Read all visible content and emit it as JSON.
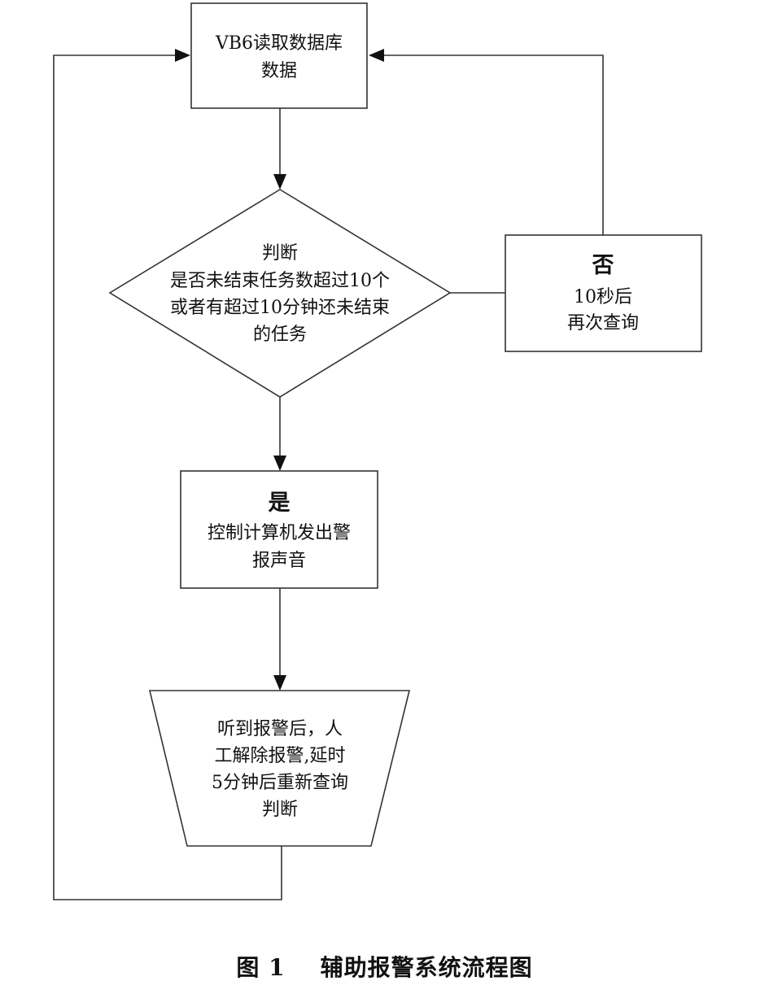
{
  "nodes": {
    "read_db": {
      "lines": [
        "VB6读取数据库",
        "数据"
      ]
    },
    "decision": {
      "lines": [
        "判断",
        "是否未结束任务数超过10个",
        "或者有超过10分钟还未结束",
        "的任务"
      ]
    },
    "no_branch": {
      "heading": "否",
      "lines": [
        "10秒后",
        "再次查询"
      ]
    },
    "yes_branch": {
      "heading": "是",
      "lines": [
        "控制计算机发出警",
        "报声音"
      ]
    },
    "manual": {
      "lines": [
        "听到报警后，人",
        "工解除报警,延时",
        "5分钟后重新查询",
        "判断"
      ]
    }
  },
  "caption": {
    "figure_no": "图 1",
    "title": "辅助报警系统流程图"
  },
  "colors": {
    "stroke": "#333333",
    "text": "#111111",
    "background": "#ffffff"
  }
}
